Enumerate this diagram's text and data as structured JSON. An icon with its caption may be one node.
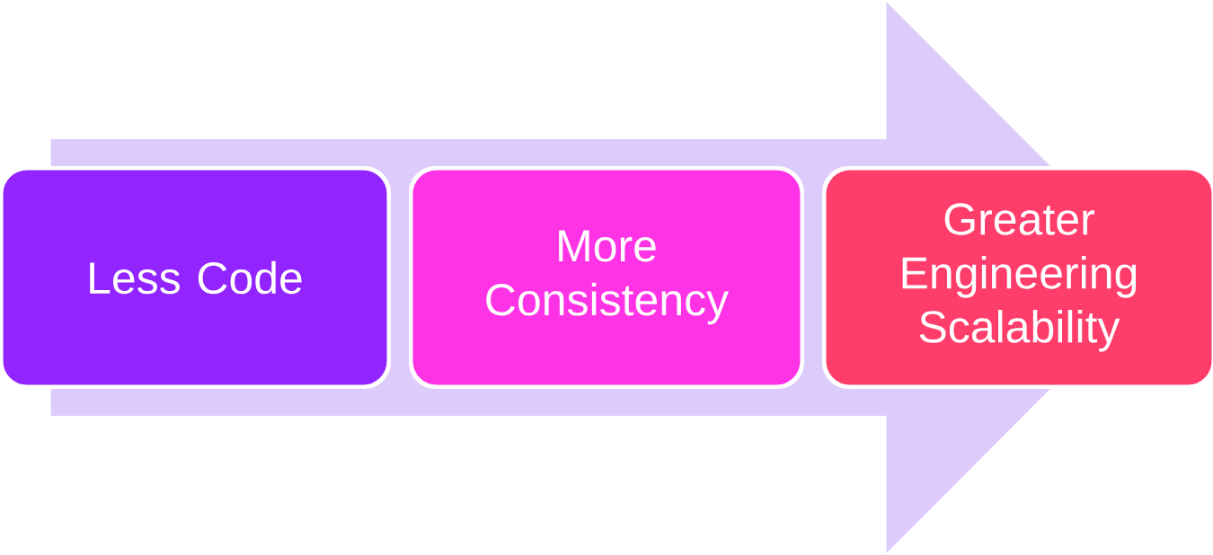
{
  "diagram": {
    "nodes": [
      {
        "text": [
          "Less Code"
        ]
      },
      {
        "text": [
          "More Consistency"
        ]
      },
      {
        "text": [
          "Greater Engineering Scalability"
        ]
      }
    ],
    "edges": [
      {
        "from": 0,
        "to": 2,
        "arrow": "to"
      }
    ]
  }
}
